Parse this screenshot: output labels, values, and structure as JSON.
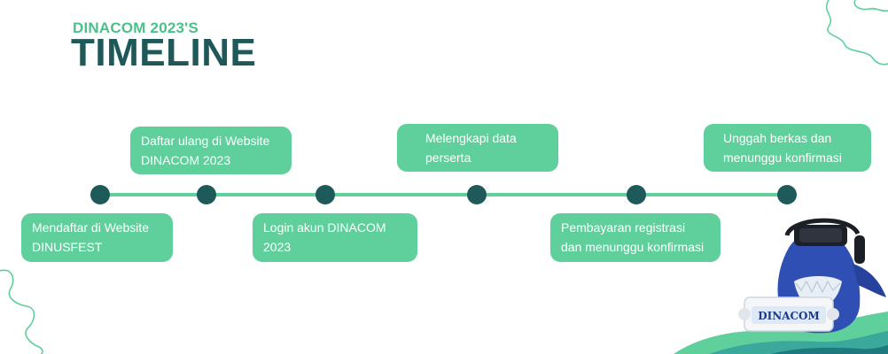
{
  "header": {
    "subtitle": "DINACOM 2023'S",
    "title": "TIMELINE"
  },
  "steps": [
    {
      "label": "Mendaftar di Website\nDINUSFEST"
    },
    {
      "label": "Daftar ulang di Website\nDINACOM 2023"
    },
    {
      "label": "Login akun DINACOM\n2023"
    },
    {
      "label": "Melengkapi data\nperserta"
    },
    {
      "label": "Pembayaran registrasi\ndan menunggu konfirmasi"
    },
    {
      "label": "Unggah berkas dan\nmenunggu konfirmasi"
    }
  ],
  "mascot": {
    "badge_text": "DINACOM"
  },
  "colors": {
    "accent": "#5fcf9c",
    "accent_text": "#4cc08c",
    "dark": "#1f5858",
    "mascot_blue": "#2f4fb5"
  }
}
